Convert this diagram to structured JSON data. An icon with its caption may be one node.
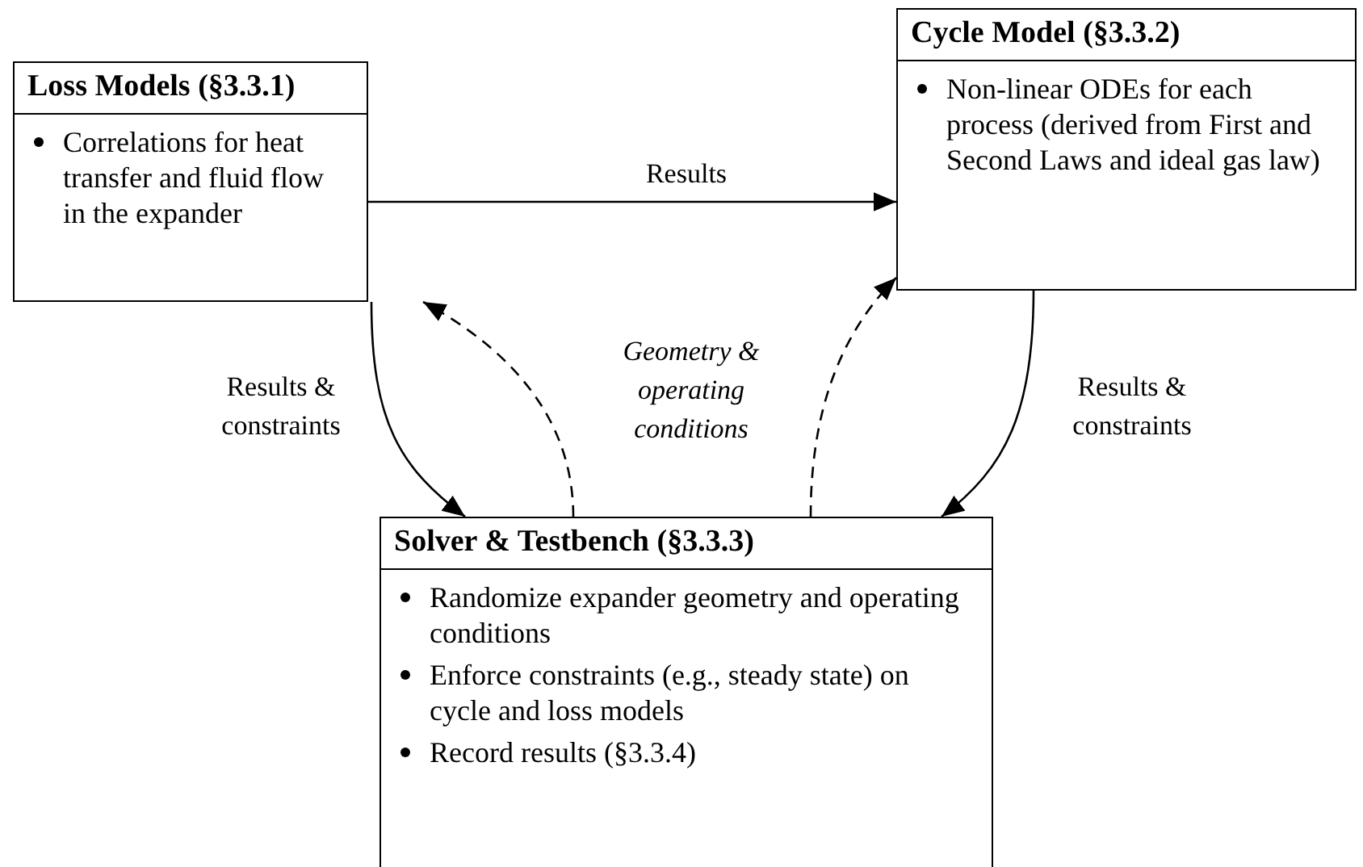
{
  "diagram": {
    "nodes": [
      {
        "text": [
          "Loss Models (§3.3.1)",
          "Correlations for heat transfer and fluid flow in the expander"
        ]
      },
      {
        "text": [
          "Cycle Model (§3.3.2)",
          "Non-linear ODEs for each process (derived from First and Second Laws and ideal gas law)"
        ]
      },
      {
        "text": [
          "Solver & Testbench (§3.3.3)",
          "Randomize expander geometry and operating conditions",
          "Enforce constraints (e.g., steady state) on cycle and loss models",
          "Record results (§3.3.4)"
        ]
      }
    ],
    "edges": [
      {
        "from": 0,
        "to": 1,
        "arrow": "to",
        "label": "Results"
      },
      {
        "from": 0,
        "to": 2,
        "arrow": "to",
        "label": "Results & constraints"
      },
      {
        "from": 1,
        "to": 2,
        "arrow": "to",
        "label": "Results & constraints"
      },
      {
        "from": 2,
        "to": 0,
        "arrow": "to",
        "style": "dashed"
      },
      {
        "from": 2,
        "to": 1,
        "arrow": "to",
        "style": "dashed"
      }
    ],
    "labels": [
      "Geometry & operating conditions"
    ]
  }
}
